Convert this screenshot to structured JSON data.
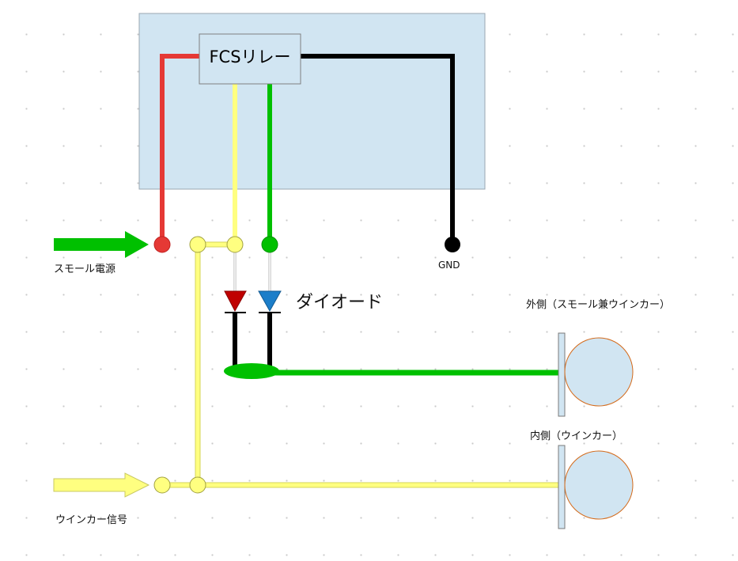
{
  "relay": {
    "label": "FCSリレー"
  },
  "labels": {
    "small_power": "スモール電源",
    "gnd": "GND",
    "diode": "ダイオード",
    "outer": "外側（スモール兼ウインカー）",
    "inner": "内側（ウインカー）",
    "winker_signal": "ウインカー信号"
  },
  "colors": {
    "box_fill": "#d1e5f2",
    "red_wire": "#e53935",
    "black_wire": "#000000",
    "green_wire": "#00c000",
    "yellow_wire": "#ffff80",
    "diode_red": "#c00000",
    "diode_blue": "#1c7ec9",
    "lamp_fill": "#d1e5f2",
    "lamp_stroke": "#d46a1a"
  }
}
